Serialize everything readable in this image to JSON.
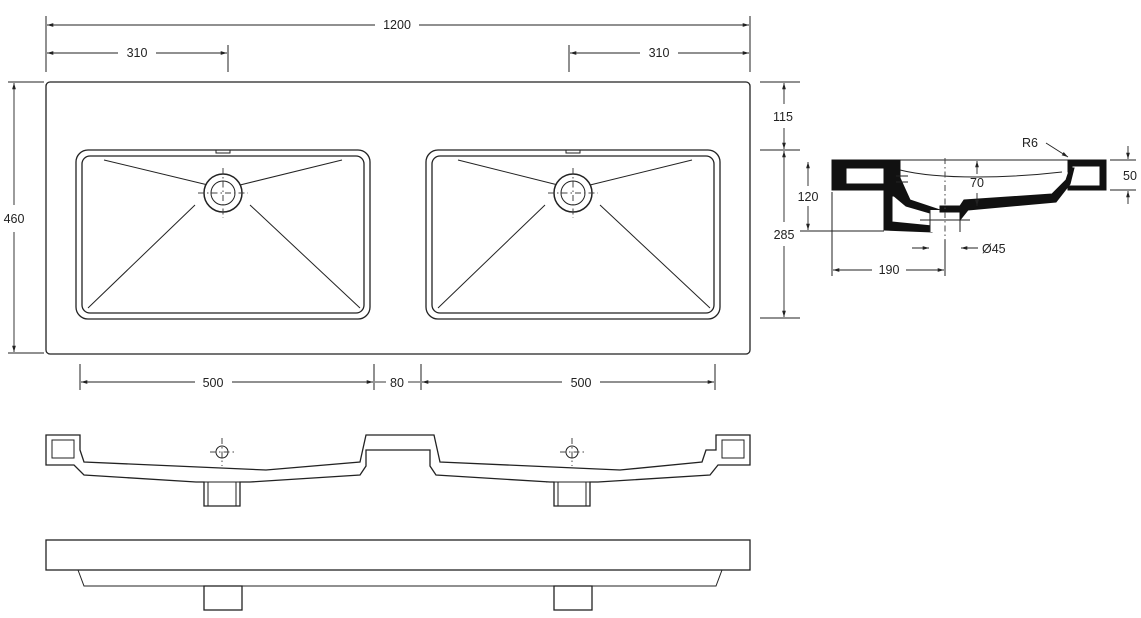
{
  "drawing": {
    "dimensions": {
      "total_width": "1200",
      "left_offset": "310",
      "right_offset": "310",
      "depth": "460",
      "basin_width_left": "500",
      "basin_gap": "80",
      "basin_width_right": "500",
      "top_to_basin": "115",
      "basin_depth": "285"
    },
    "section": {
      "radius": "R6",
      "rim_height": "50",
      "bowl_depth": "120",
      "drain_depth": "70",
      "drain_offset": "190",
      "drain_diameter": "Ø45"
    }
  },
  "colors": {
    "line": "#222222",
    "fill_dark": "#111111",
    "background": "#ffffff"
  }
}
